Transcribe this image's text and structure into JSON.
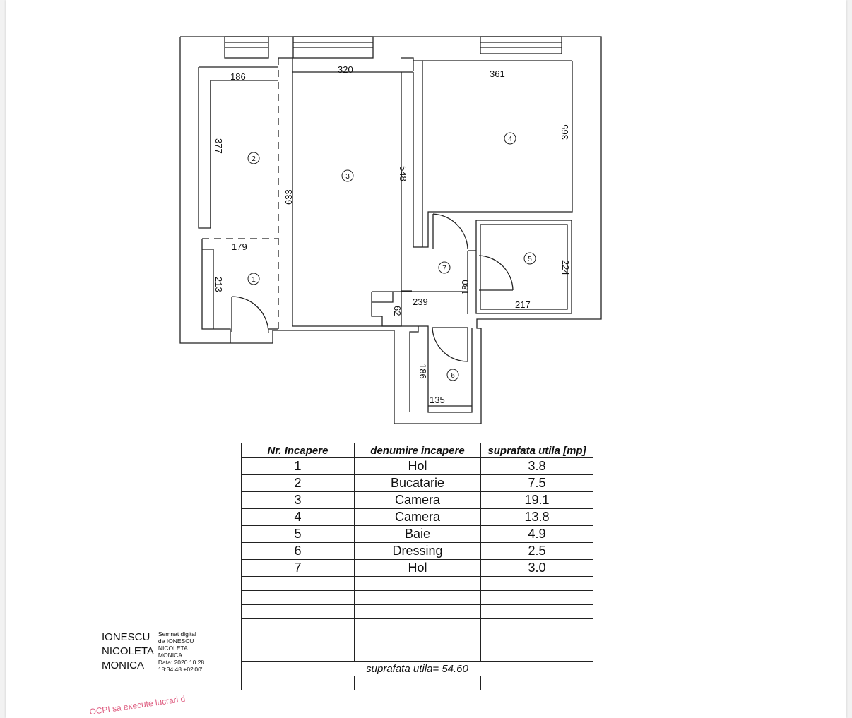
{
  "plan": {
    "dimensions": [
      "186",
      "320",
      "361",
      "365",
      "377",
      "633",
      "548",
      "179",
      "213",
      "180",
      "224",
      "239",
      "217",
      "62",
      "186",
      "135"
    ],
    "room_markers": [
      "1",
      "2",
      "3",
      "4",
      "5",
      "6",
      "7"
    ]
  },
  "table": {
    "headers": [
      "Nr. Incapere",
      "denumire incapere",
      "suprafata utila [mp]"
    ],
    "rows": [
      {
        "nr": "1",
        "name": "Hol",
        "area": "3.8"
      },
      {
        "nr": "2",
        "name": "Bucatarie",
        "area": "7.5"
      },
      {
        "nr": "3",
        "name": "Camera",
        "area": "19.1"
      },
      {
        "nr": "4",
        "name": "Camera",
        "area": "13.8"
      },
      {
        "nr": "5",
        "name": "Baie",
        "area": "4.9"
      },
      {
        "nr": "6",
        "name": "Dressing",
        "area": "2.5"
      },
      {
        "nr": "7",
        "name": "Hol",
        "area": "3.0"
      }
    ],
    "total_label": "suprafata utila=",
    "total_value": "54.60"
  },
  "signature": {
    "name_lines": [
      "IONESCU",
      "NICOLETA",
      "MONICA"
    ],
    "meta_lines": [
      "Semnat digital",
      "de IONESCU",
      "NICOLETA",
      "MONICA",
      "Data: 2020.10.28",
      "18:34:48 +02'00'"
    ]
  },
  "stamp_text": "OCPI sa execute lucrari d",
  "colors": {
    "stamp": "#d9416b",
    "line": "#222222"
  }
}
